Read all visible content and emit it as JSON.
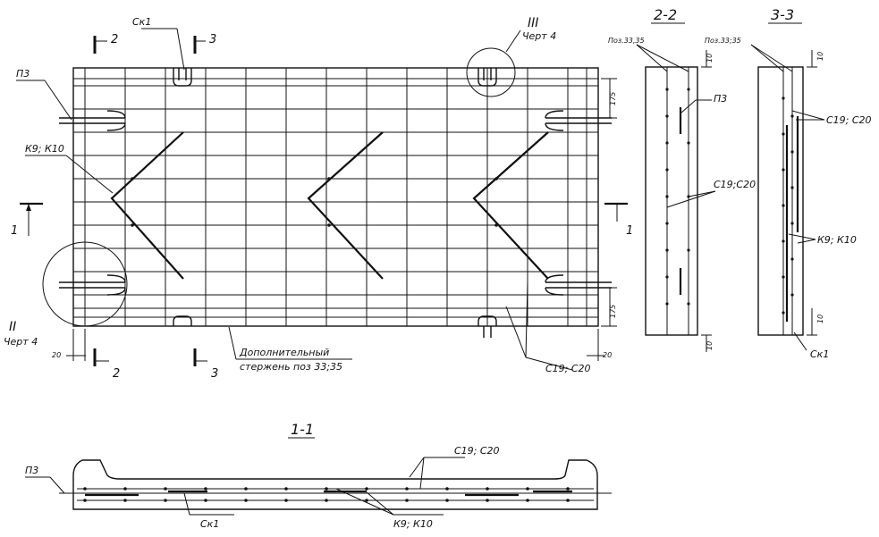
{
  "labels": {
    "ck1": "Ск1",
    "p3": "П3",
    "k9k10": "К9; К10",
    "c19c20": "С19; С20",
    "c19c20_b": "С19;С20",
    "sec1": "1",
    "sec2": "2",
    "sec3": "3",
    "roman2": "II",
    "roman3": "III",
    "chert4": "Черт 4",
    "dop_line1": "Дополнительный",
    "dop_line2": "стержень поз 33;35",
    "poz": "Поз.33,35",
    "poz_b": "Поз.33;35"
  },
  "dims": {
    "d175": "175",
    "d20": "20",
    "d10": "10"
  },
  "titles": {
    "s22": "2-2",
    "s33": "3-3",
    "s11": "1-1"
  }
}
